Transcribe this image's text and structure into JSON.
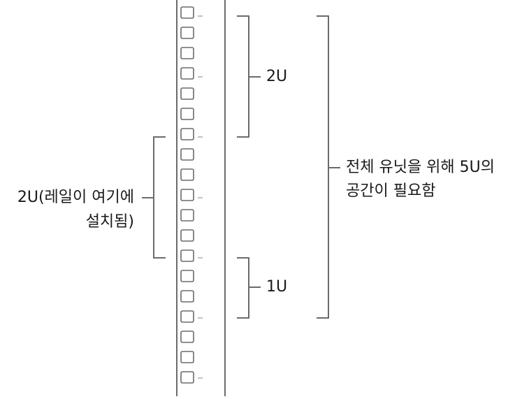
{
  "labels": {
    "two_u_top": "2U",
    "one_u": "1U",
    "rail_line1": "2U(레일이 여기에",
    "rail_line2": "설치됨)",
    "total_line1": "전체 유닛을 위해 5U의",
    "total_line2": "공간이 필요함"
  },
  "colors": {
    "line": "#6b6b6b",
    "hole": "#6b6b6b",
    "text": "#1a1a1a",
    "background": "#ffffff"
  },
  "rack": {
    "hole_count": 19
  }
}
